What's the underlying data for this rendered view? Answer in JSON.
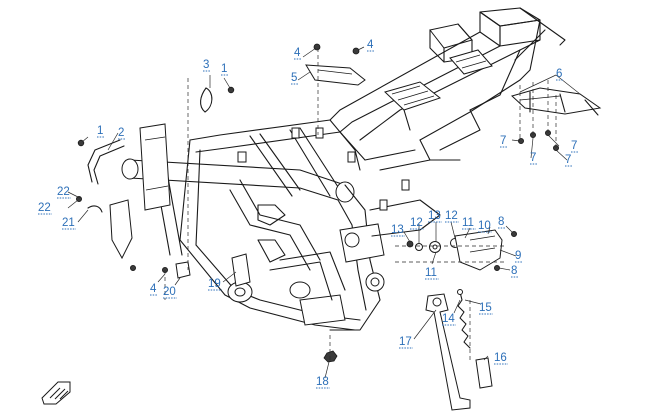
{
  "diagram": {
    "colors": {
      "callout": "#2c6fb8",
      "line": "#1a1a1a",
      "background": "#ffffff"
    },
    "callouts": [
      {
        "id": "c1a",
        "number": "1"
      },
      {
        "id": "c3",
        "number": "3"
      },
      {
        "id": "c4a",
        "number": "4"
      },
      {
        "id": "c4b",
        "number": "4"
      },
      {
        "id": "c5",
        "number": "5"
      },
      {
        "id": "c6",
        "number": "6"
      },
      {
        "id": "c1b",
        "number": "1"
      },
      {
        "id": "c2",
        "number": "2"
      },
      {
        "id": "c7a",
        "number": "7"
      },
      {
        "id": "c7b",
        "number": "7"
      },
      {
        "id": "c7c",
        "number": "7"
      },
      {
        "id": "c7d",
        "number": "7"
      },
      {
        "id": "c22a",
        "number": "22"
      },
      {
        "id": "c22b",
        "number": "22"
      },
      {
        "id": "c21",
        "number": "21"
      },
      {
        "id": "c13a",
        "number": "13"
      },
      {
        "id": "c12a",
        "number": "12"
      },
      {
        "id": "c13b",
        "number": "13"
      },
      {
        "id": "c12b",
        "number": "12"
      },
      {
        "id": "c11a",
        "number": "11"
      },
      {
        "id": "c10",
        "number": "10"
      },
      {
        "id": "c8a",
        "number": "8"
      },
      {
        "id": "c9",
        "number": "9"
      },
      {
        "id": "c11b",
        "number": "11"
      },
      {
        "id": "c8b",
        "number": "8"
      },
      {
        "id": "c19",
        "number": "19"
      },
      {
        "id": "c4c",
        "number": "4"
      },
      {
        "id": "c20",
        "number": "20"
      },
      {
        "id": "c15",
        "number": "15"
      },
      {
        "id": "c14",
        "number": "14"
      },
      {
        "id": "c17",
        "number": "17"
      },
      {
        "id": "c16",
        "number": "16"
      },
      {
        "id": "c18",
        "number": "18"
      }
    ],
    "icons": {
      "direction": "front-arrow-icon"
    }
  }
}
